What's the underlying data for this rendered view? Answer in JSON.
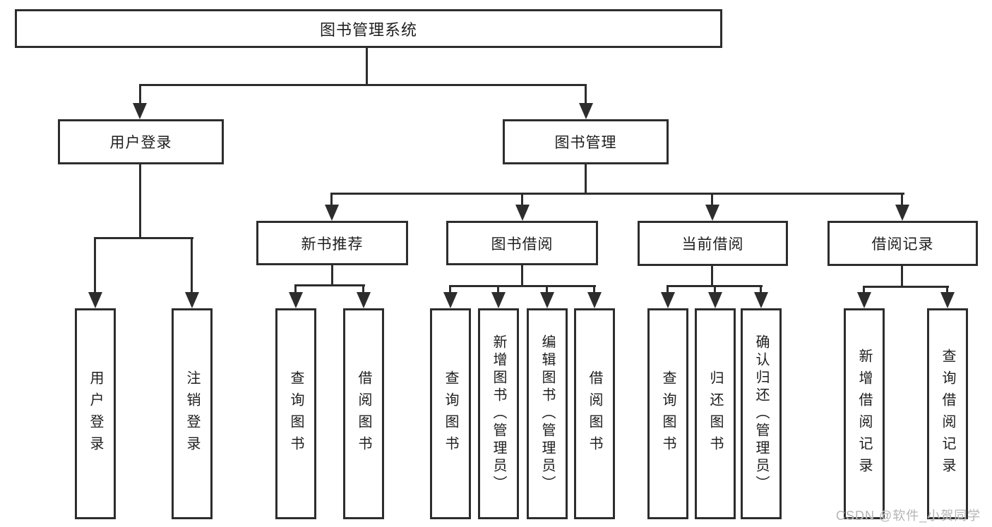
{
  "diagram": {
    "title": "图书管理系统",
    "nodes": {
      "root": "图书管理系统",
      "user_login": "用户登录",
      "book_mgmt": "图书管理",
      "new_book_rec": "新书推荐",
      "book_borrow": "图书借阅",
      "current_borrow": "当前借阅",
      "borrow_records": "借阅记录",
      "leaf_user_login": "用户登录",
      "leaf_logout": "注销登录",
      "leaf_query_book_1": "查询图书",
      "leaf_borrow_book_1": "借阅图书",
      "leaf_query_book_2": "查询图书",
      "leaf_add_book": "新增图书（管理员）",
      "leaf_edit_book": "编辑图书（管理员）",
      "leaf_borrow_book_2": "借阅图书",
      "leaf_query_book_3": "查询图书",
      "leaf_return_book": "归还图书",
      "leaf_confirm_return": "确认归还（管理员）",
      "leaf_add_borrow_record": "新增借阅记录",
      "leaf_query_borrow_record": "查询借阅记录"
    },
    "colors": {
      "line": "#2d2d2d",
      "text": "#1e1e1e",
      "background": "#ffffff",
      "watermark": "#b5b5b5"
    }
  },
  "watermark": {
    "text": "CSDN @软件_小贺同学"
  }
}
